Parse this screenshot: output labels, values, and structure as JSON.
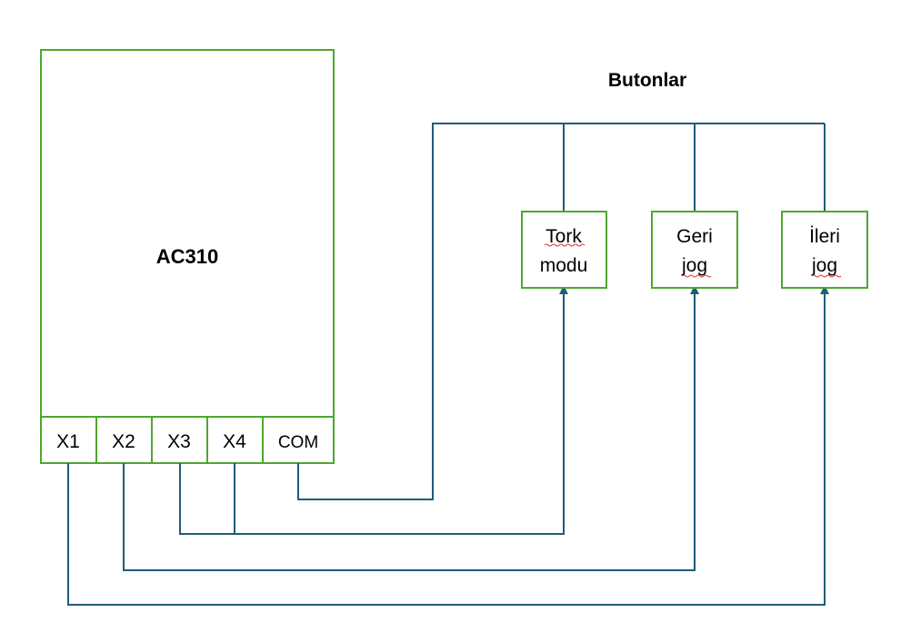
{
  "device": {
    "title": "AC310",
    "terminals": [
      "X1",
      "X2",
      "X3",
      "X4",
      "COM"
    ]
  },
  "buttons_group": {
    "title": "Butonlar",
    "buttons": [
      {
        "line1": "Tork",
        "line2": "modu"
      },
      {
        "line1": "Geri",
        "line2": "jog"
      },
      {
        "line1": "İleri",
        "line2": "jog"
      }
    ]
  },
  "colors": {
    "box_border": "#4ea72e",
    "wire": "#1f5c7a",
    "text": "#000000",
    "spell_underline": "#e03030"
  }
}
